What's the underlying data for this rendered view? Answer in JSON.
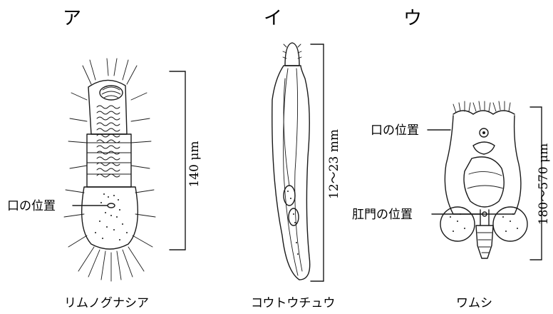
{
  "panels": [
    {
      "letter": "ア",
      "name": "リムノグナシア",
      "measure": "140 μm",
      "labels": {
        "mouth": "口の位置"
      }
    },
    {
      "letter": "イ",
      "name": "コウトウチュウ",
      "measure": "12～23 mm"
    },
    {
      "letter": "ウ",
      "name": "ワムシ",
      "measure": "180～570 μm",
      "labels": {
        "mouth": "口の位置",
        "anus": "肛門の位置"
      }
    }
  ]
}
